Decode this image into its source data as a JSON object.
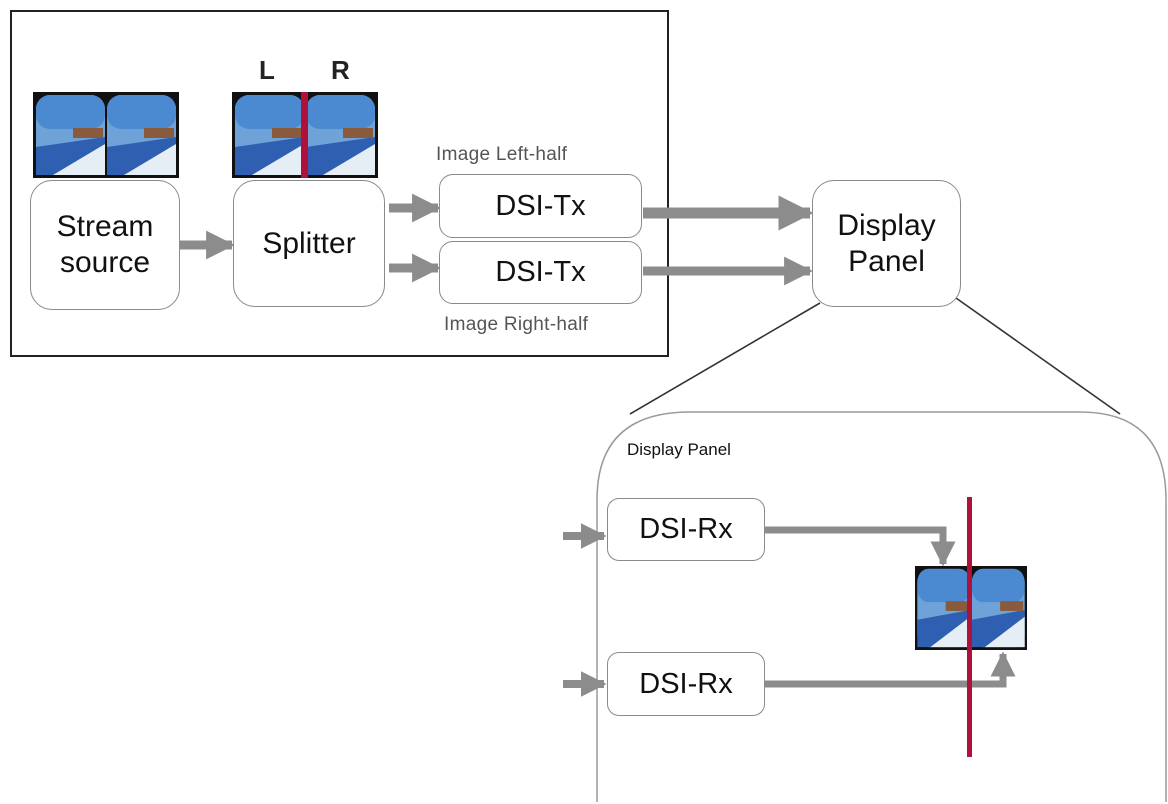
{
  "labels": {
    "stream_source_line1": "Stream",
    "stream_source_line2": "source",
    "splitter": "Splitter",
    "left_marker": "L",
    "right_marker": "R",
    "image_left_half": "Image Left-half",
    "image_right_half": "Image Right-half",
    "dsi_tx_top": "DSI-Tx",
    "dsi_tx_bottom": "DSI-Tx",
    "display_panel_line1": "Display",
    "display_panel_line2": "Panel",
    "inset_title": "Display Panel",
    "dsi_rx_top": "DSI-Rx",
    "dsi_rx_bottom": "DSI-Rx"
  },
  "colors": {
    "arrow": "#8c8c8c",
    "split_line": "#b0113a",
    "box_border": "#8a8a8a",
    "frame": "#222222"
  },
  "icons": {
    "stereo_thumbnail": "vr-stereo-image-icon"
  }
}
